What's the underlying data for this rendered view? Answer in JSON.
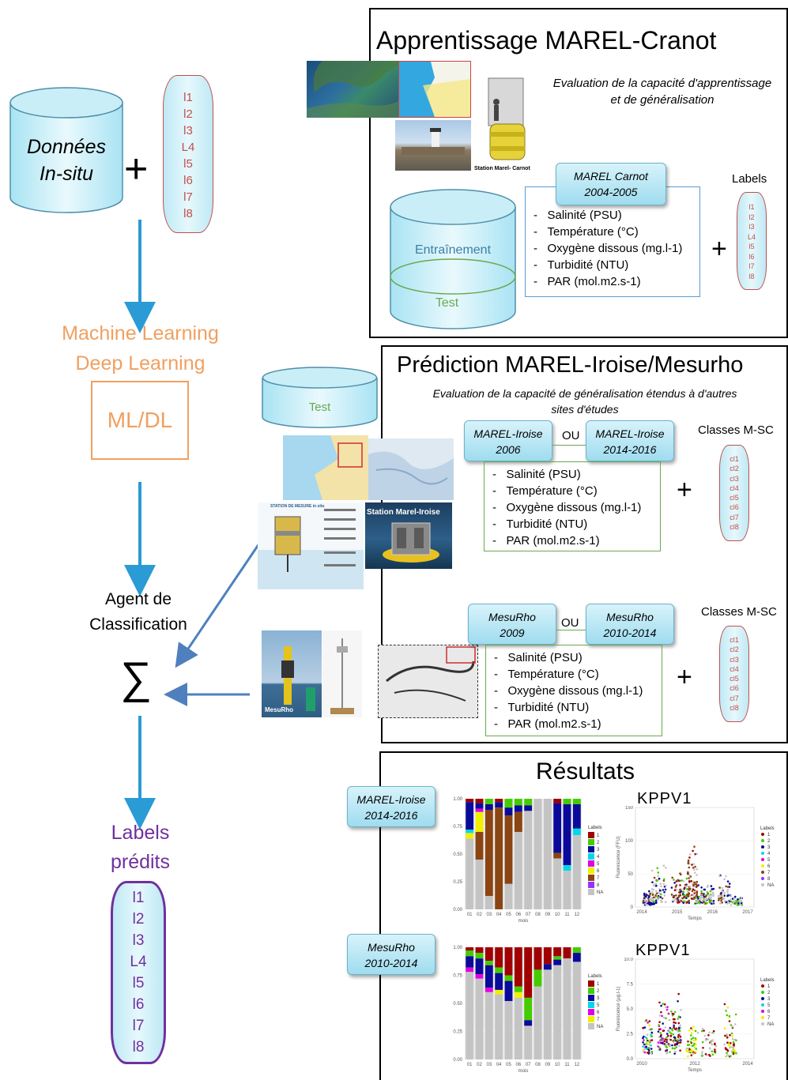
{
  "left": {
    "db_line1": "Données",
    "db_line2": "In-situ",
    "plus": "+",
    "labels": [
      "l1",
      "l2",
      "l3",
      "L4",
      "l5",
      "l6",
      "l7",
      "l8"
    ],
    "ml_line1": "Machine Learning",
    "ml_line2": "Deep Learning",
    "ml_box": "ML/DL",
    "agent_line1": "Agent de",
    "agent_line2": "Classification",
    "sigma": "∑",
    "pred_line1": "Labels",
    "pred_line2": "prédits",
    "pred_labels": [
      "l1",
      "l2",
      "l3",
      "L4",
      "l5",
      "l6",
      "l7",
      "l8"
    ]
  },
  "panel1": {
    "title": "Apprentissage MAREL-Cranot",
    "subtitle_line1": "Evaluation de la capacité d'apprentissage",
    "subtitle_line2": "et de généralisation",
    "station_caption": "Station Marel- Carnot",
    "db_train": "Entraînement",
    "db_test": "Test",
    "box_line1": "MAREL Carnot",
    "box_line2": "2004-2005",
    "vars": [
      "Salinité (PSU)",
      "Température (°C)",
      "Oxygène dissous (mg.l-1)",
      "Turbidité (NTU)",
      "PAR (mol.m2.s-1)"
    ],
    "plus": "+",
    "labels_title": "Labels",
    "labels": [
      "l1",
      "l2",
      "l3",
      "L4",
      "l5",
      "l6",
      "l7",
      "l8"
    ]
  },
  "panel2": {
    "title": "Prédiction MAREL-Iroise/Mesurho",
    "subtitle_line1": "Evaluation de la capacité de généralisation étendus à d'autres",
    "subtitle_line2": "sites d'études",
    "test_db": "Test",
    "photo_station_label": "Station Marel-Iroise",
    "photo_schema_label": "STATION DE MESURE in situ",
    "photo_mesurho_label": "MesuRho",
    "iroise_a_line1": "MAREL-Iroise",
    "iroise_a_line2": "2006",
    "iroise_b_line1": "MAREL-Iroise",
    "iroise_b_line2": "2014-2016",
    "ou": "OU",
    "classes_title": "Classes M-SC",
    "classes": [
      "cl1",
      "cl2",
      "cl3",
      "cl4",
      "cl5",
      "cl6",
      "cl7",
      "cl8"
    ],
    "vars": [
      "Salinité (PSU)",
      "Température (°C)",
      "Oxygène dissous (mg.l-1)",
      "Turbidité (NTU)",
      "PAR (mol.m2.s-1)"
    ],
    "plus": "+",
    "mesurho_a_line1": "MesuRho",
    "mesurho_a_line2": "2009",
    "mesurho_b_line1": "MesuRho",
    "mesurho_b_line2": "2010-2014"
  },
  "panel3": {
    "title": "Résultats",
    "box1_line1": "MAREL-Iroise",
    "box1_line2": "2014-2016",
    "box2_line1": "MesuRho",
    "box2_line2": "2010-2014",
    "kppv_title_1": "KPPV1",
    "kppv_title_2": "KPPV1"
  },
  "chart_data": [
    {
      "type": "bar",
      "stacked": true,
      "xlabel": "mois",
      "categories": [
        "01",
        "02",
        "03",
        "04",
        "05",
        "06",
        "07",
        "08",
        "09",
        "10",
        "11",
        "12"
      ],
      "yticks": [
        "0.00",
        "0.25",
        "0.50",
        "0.75",
        "1.00"
      ],
      "legend_title": "Labels",
      "legend": [
        "1",
        "2",
        "3",
        "4",
        "5",
        "6",
        "7",
        "8",
        "NA"
      ],
      "colors": {
        "1": "#a00000",
        "2": "#44cc00",
        "3": "#0a0a9a",
        "4": "#00d8e8",
        "5": "#e000e0",
        "6": "#f0f000",
        "7": "#8b4513",
        "8": "#9a30ff",
        "NA": "#c4c4c4"
      },
      "stacks": [
        {
          "3": 0.25,
          "1": 0.03,
          "4": 0.03,
          "6": 0.05,
          "NA": 0.64
        },
        {
          "3": 0.05,
          "1": 0.04,
          "5": 0.03,
          "6": 0.18,
          "7": 0.25,
          "NA": 0.45
        },
        {
          "3": 0.05,
          "2": 0.05,
          "7": 0.78,
          "NA": 0.12
        },
        {
          "1": 0.03,
          "3": 0.05,
          "7": 0.92
        },
        {
          "2": 0.08,
          "3": 0.07,
          "7": 0.62,
          "NA": 0.23
        },
        {
          "3": 0.06,
          "2": 0.06,
          "7": 0.18,
          "NA": 0.7
        },
        {
          "3": 0.05,
          "2": 0.06,
          "NA": 0.89
        },
        {
          "NA": 1.0
        },
        {
          "NA": 1.0
        },
        {
          "3": 0.45,
          "1": 0.04,
          "7": 0.05,
          "NA": 0.46
        },
        {
          "3": 0.55,
          "4": 0.05,
          "2": 0.05,
          "NA": 0.35
        },
        {
          "2": 0.05,
          "3": 0.22,
          "4": 0.06,
          "NA": 0.67
        }
      ]
    },
    {
      "type": "scatter",
      "title": "KPPV1",
      "xlabel": "Temps",
      "ylabel": "Fluorescence (FFU)",
      "xticks": [
        "2014",
        "2015",
        "2016",
        "2017"
      ],
      "yticks": [
        "0",
        "50",
        "100",
        "150"
      ],
      "legend_title": "Labels",
      "legend": [
        "1",
        "2",
        "3",
        "4",
        "5",
        "6",
        "7",
        "8",
        "NA"
      ]
    },
    {
      "type": "bar",
      "stacked": true,
      "xlabel": "mois",
      "categories": [
        "01",
        "02",
        "03",
        "04",
        "05",
        "06",
        "07",
        "08",
        "09",
        "10",
        "11",
        "12"
      ],
      "yticks": [
        "0.00",
        "0.25",
        "0.50",
        "0.75",
        "1.00"
      ],
      "legend_title": "Labels",
      "legend": [
        "1",
        "2",
        "3",
        "5",
        "6",
        "7",
        "NA"
      ],
      "colors": {
        "1": "#a00000",
        "2": "#44cc00",
        "3": "#0a0a9a",
        "5": "#00d8e8",
        "6": "#e000e0",
        "7": "#f0f000",
        "NA": "#c4c4c4"
      },
      "stacks": [
        {
          "1": 0.03,
          "2": 0.05,
          "3": 0.1,
          "6": 0.04,
          "NA": 0.78
        },
        {
          "2": 0.05,
          "3": 0.14,
          "6": 0.04,
          "1": 0.05,
          "NA": 0.72
        },
        {
          "1": 0.12,
          "3": 0.2,
          "2": 0.04,
          "6": 0.04,
          "NA": 0.6
        },
        {
          "1": 0.18,
          "3": 0.15,
          "2": 0.05,
          "7": 0.04,
          "NA": 0.58
        },
        {
          "1": 0.25,
          "3": 0.18,
          "2": 0.05,
          "NA": 0.52
        },
        {
          "1": 0.35,
          "2": 0.05,
          "7": 0.05,
          "NA": 0.55
        },
        {
          "1": 0.45,
          "2": 0.2,
          "3": 0.05,
          "NA": 0.3
        },
        {
          "1": 0.2,
          "2": 0.15,
          "NA": 0.65
        },
        {
          "1": 0.15,
          "3": 0.05,
          "NA": 0.8
        },
        {
          "1": 0.08,
          "3": 0.05,
          "2": 0.03,
          "NA": 0.84
        },
        {
          "1": 0.1,
          "NA": 0.9
        },
        {
          "3": 0.08,
          "2": 0.05,
          "NA": 0.87
        }
      ]
    },
    {
      "type": "scatter",
      "title": "KPPV1",
      "xlabel": "Temps",
      "ylabel": "Fluorescence (µg.l-1)",
      "xticks": [
        "2010",
        "2012",
        "2014"
      ],
      "yticks": [
        "0.0",
        "2.5",
        "5.0",
        "7.5",
        "10.0"
      ],
      "legend_title": "Labels",
      "legend": [
        "1",
        "2",
        "3",
        "5",
        "6",
        "7",
        "NA"
      ]
    }
  ]
}
